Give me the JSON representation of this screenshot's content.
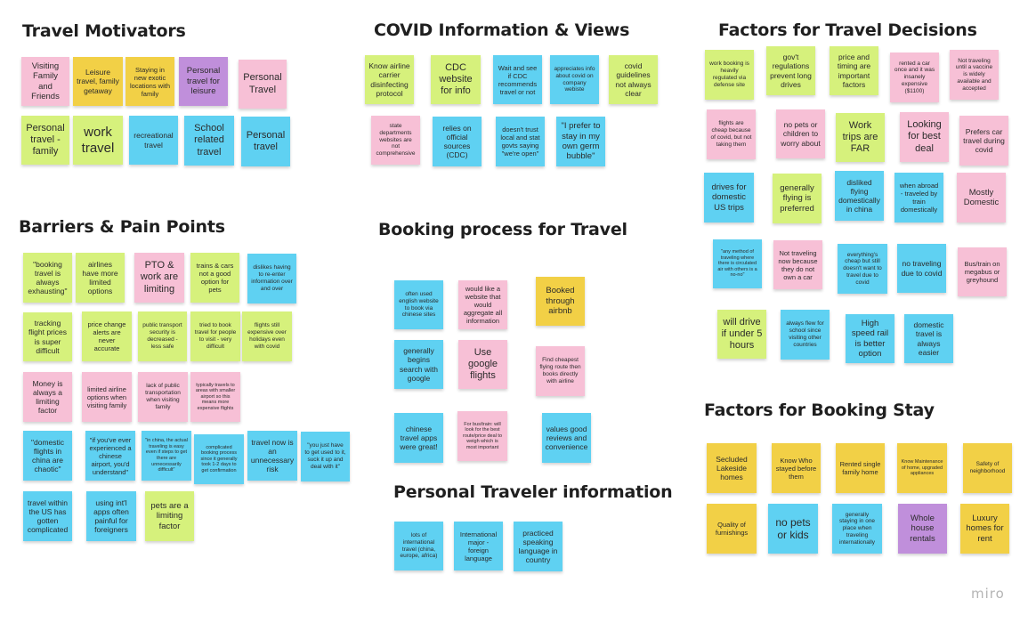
{
  "sections": {
    "travel_motivators": "Travel Motivators",
    "covid_info": "COVID Information & Views",
    "factors_travel": "Factors for Travel Decisions",
    "barriers": "Barriers & Pain Points",
    "booking_process": "Booking process for Travel",
    "personal_traveler": "Personal Traveler information",
    "factors_stay": "Factors for Booking Stay"
  },
  "notes": {
    "tm": [
      "Visiting Family and Friends",
      "Leisure travel, family getaway",
      "Staying in new exotic locations with family",
      "Personal travel for leisure",
      "Personal Travel",
      "Personal travel - family",
      "work travel",
      "recreational travel",
      "School related travel",
      "Personal travel"
    ],
    "cv": [
      "Know airline carrier disinfecting protocol",
      "CDC website for info",
      "Wait and see if CDC recommends travel or not",
      "appreciates info about covid on company webiste",
      "covid guidelines not always clear",
      "state departments websites are not comprehensive",
      "relies on official sources (CDC)",
      "doesn't trust local and stat govts saying \"we're open\"",
      "\"I prefer to stay in my own germ bubble\""
    ],
    "ft": [
      "work booking is heavily regulated via defense site",
      "gov't regulations prevent long drives",
      "price and timing are important factors",
      "rented a car once and it was insanely expensive ($1100)",
      "Not traveling until a vaccine is widely available and accepted",
      "flights are cheap because of covid, but not taking them",
      "no pets or children to worry about",
      "Work trips are FAR",
      "Looking for best deal",
      "Prefers car travel during covid",
      "drives for domestic US trips",
      "generally flying is preferred",
      "disliked flying domestically in china",
      "when abroad - traveled by train domestically",
      "Mostly Domestic",
      "\"any method of traveling where there is circulated air with others is a no-no\"",
      "Not traveling now because they do not own a car",
      "everything's cheap but still doesn't want to travel due to covid",
      "no traveling due to covid",
      "Bus/train on megabus or greyhound",
      "will drive if under 5 hours",
      "always flew for school since visiting other countries",
      "High speed rail is better option",
      "domestic travel is always easier"
    ],
    "bp": [
      "\"booking travel is always exhausting\"",
      "airlines have more limited options",
      "PTO & work are limiting",
      "trains & cars not a good option for pets",
      "dislikes having to re-enter information over and over",
      "tracking flight prices is super difficult",
      "price change alerts are never accurate",
      "public transport security is decreased - less safe",
      "tried to book travel for people to visit - very difficult",
      "flights still expensive over holidays even with covid",
      "Money is always a limiting factor",
      "limited airline options when visiting family",
      "lack of public transportation when visiting family",
      "typically travels to areas with smaller airport so this means more expensive flights",
      "\"domestic flights in china are chaotic\"",
      "\"if you've ever experienced a chinese airport, you'd understand\"",
      "\"in china, the actual traveling is easy even if steps to get there are unnecessarily difficult\"",
      "complicated booking process since it generally took 1-2 days to get confirmation",
      "travel now is an unnecessary risk",
      "\"you just have to get used to it, suck it up and deal with it\"",
      "travel within the US has gotten complicated",
      "using int'l apps often painful for foreigners",
      "pets are a limiting factor"
    ],
    "bk": [
      "often used english website to book via chinese sites",
      "would like a website that would aggregate all information",
      "Booked through airbnb",
      "generally begins search with google",
      "Use google flights",
      "Find cheapest flying route then books directly with airline",
      "chinese travel apps were great!",
      "For bus/train: will look for the best route/price deal to weigh which is most important",
      "values good reviews and convenience"
    ],
    "pt": [
      "lots of international travel (china, europe, africa)",
      "International major - foreign language",
      "practiced speaking language in country"
    ],
    "fs": [
      "Secluded Lakeside homes",
      "Know Who stayed before them",
      "Rented single family home",
      "Know Maintenance of home, upgraded appliances",
      "Safety of neighborhood",
      "Quality of furnishings",
      "no pets or kids",
      "generally staying in one place when traveling internationally",
      "Whole house rentals",
      "Luxury homes for rent"
    ]
  },
  "colors": {
    "green": "#d6f17c",
    "blue": "#5fd1f2",
    "pink": "#f7c0d6",
    "yellow": "#f2d046",
    "purple": "#c08fdb"
  },
  "logo": "miro"
}
